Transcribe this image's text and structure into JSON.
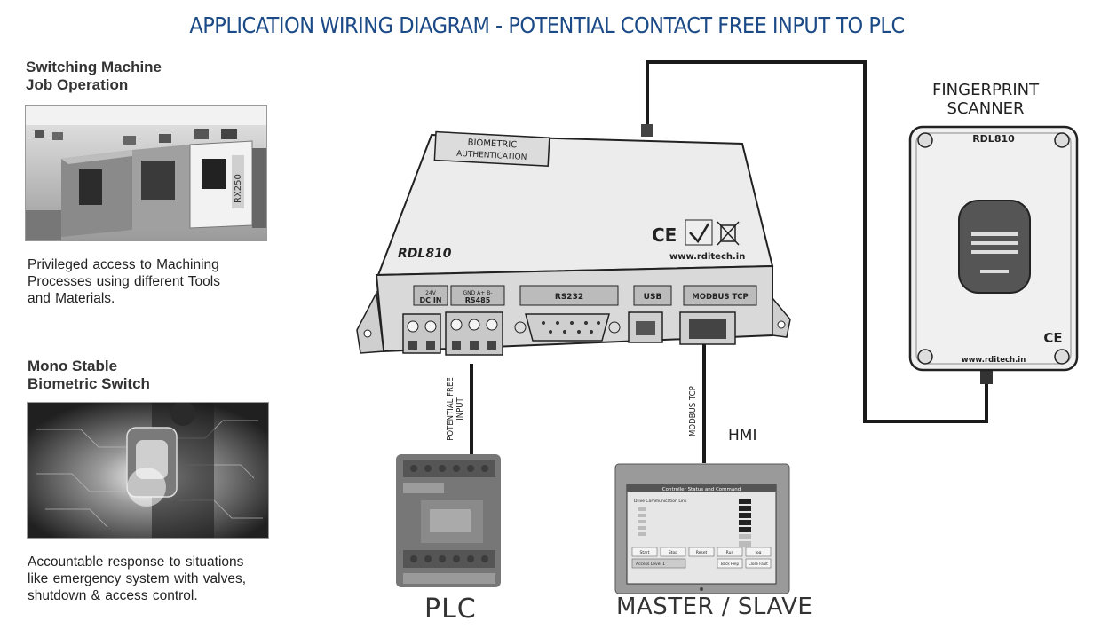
{
  "title": "APPLICATION WIRING DIAGRAM - POTENTIAL CONTACT FREE INPUT TO PLC",
  "left_panel": {
    "section1": {
      "heading_line1": "Switching Machine",
      "heading_line2": "Job Operation",
      "image_icon": "cnc-machine-photo",
      "desc_line1": "Privileged access to Machining",
      "desc_line2": "Processes using different Tools",
      "desc_line3": "and Materials."
    },
    "section2": {
      "heading_line1": "Mono Stable",
      "heading_line2": "Biometric Switch",
      "image_icon": "biometric-switch-photo",
      "desc_line1": "Accountable response to situations",
      "desc_line2": "like emergency system with valves,",
      "desc_line3": "shutdown & access control."
    }
  },
  "controller": {
    "model": "RDL810",
    "sticker_line1": "BIOMETRIC",
    "sticker_line2": "AUTHENTICATION",
    "website": "www.rditech.in",
    "ce_mark": "CE",
    "port_dc_top": "24V",
    "port_dc": "DC IN",
    "port_rs485_top": "GND A+ B-",
    "port_rs485": "RS485",
    "port_rs232": "RS232",
    "port_usb": "USB",
    "port_modbus": "MODBUS TCP"
  },
  "scanner": {
    "title_line1": "FINGERPRINT",
    "title_line2": "SCANNER",
    "model": "RDL810",
    "ce_mark": "CE",
    "website": "www.rditech.in"
  },
  "wires": {
    "potential_free_line1": "POTENTIAL FREE",
    "potential_free_line2": "INPUT",
    "modbus_tcp": "MODBUS TCP"
  },
  "plc": {
    "label": "PLC"
  },
  "hmi": {
    "label_top": "HMI",
    "label_bottom": "MASTER / SLAVE",
    "screen_title": "Controller Status and Command",
    "screen_subtitle": "Drive Communication Link",
    "btn1": "Start",
    "btn2": "Stop",
    "btn3": "Reset",
    "btn4": "Run",
    "btn5": "Jog",
    "access_level": "Access Level 1",
    "btn_back": "Back Help",
    "btn_close": "Close Fault"
  },
  "colors": {
    "title": "#1b4a87",
    "wire": "#1a1a1a"
  }
}
